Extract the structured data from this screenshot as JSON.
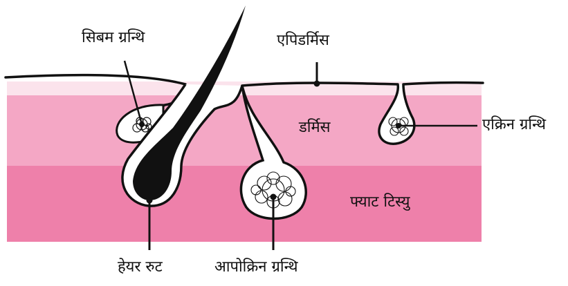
{
  "labels": {
    "sebaceous_gland": "सिबम ग्रन्थि",
    "epidermis": "एपिडर्मिस",
    "dermis": "डर्मिस",
    "eccrine_gland": "एक्रिन ग्रन्थि",
    "fat_tissue": "फ्याट टिस्यु",
    "hair_root": "हेयर रुट",
    "apocrine_gland": "आपोक्रिन ग्रन्थि"
  },
  "colors": {
    "epidermis_layer": "#fbe3ec",
    "dermis_layer": "#f4a7c5",
    "fat_layer": "#ee80aa",
    "outline": "#111111",
    "gland_fill": "#ffffff",
    "hair": "#111111"
  }
}
